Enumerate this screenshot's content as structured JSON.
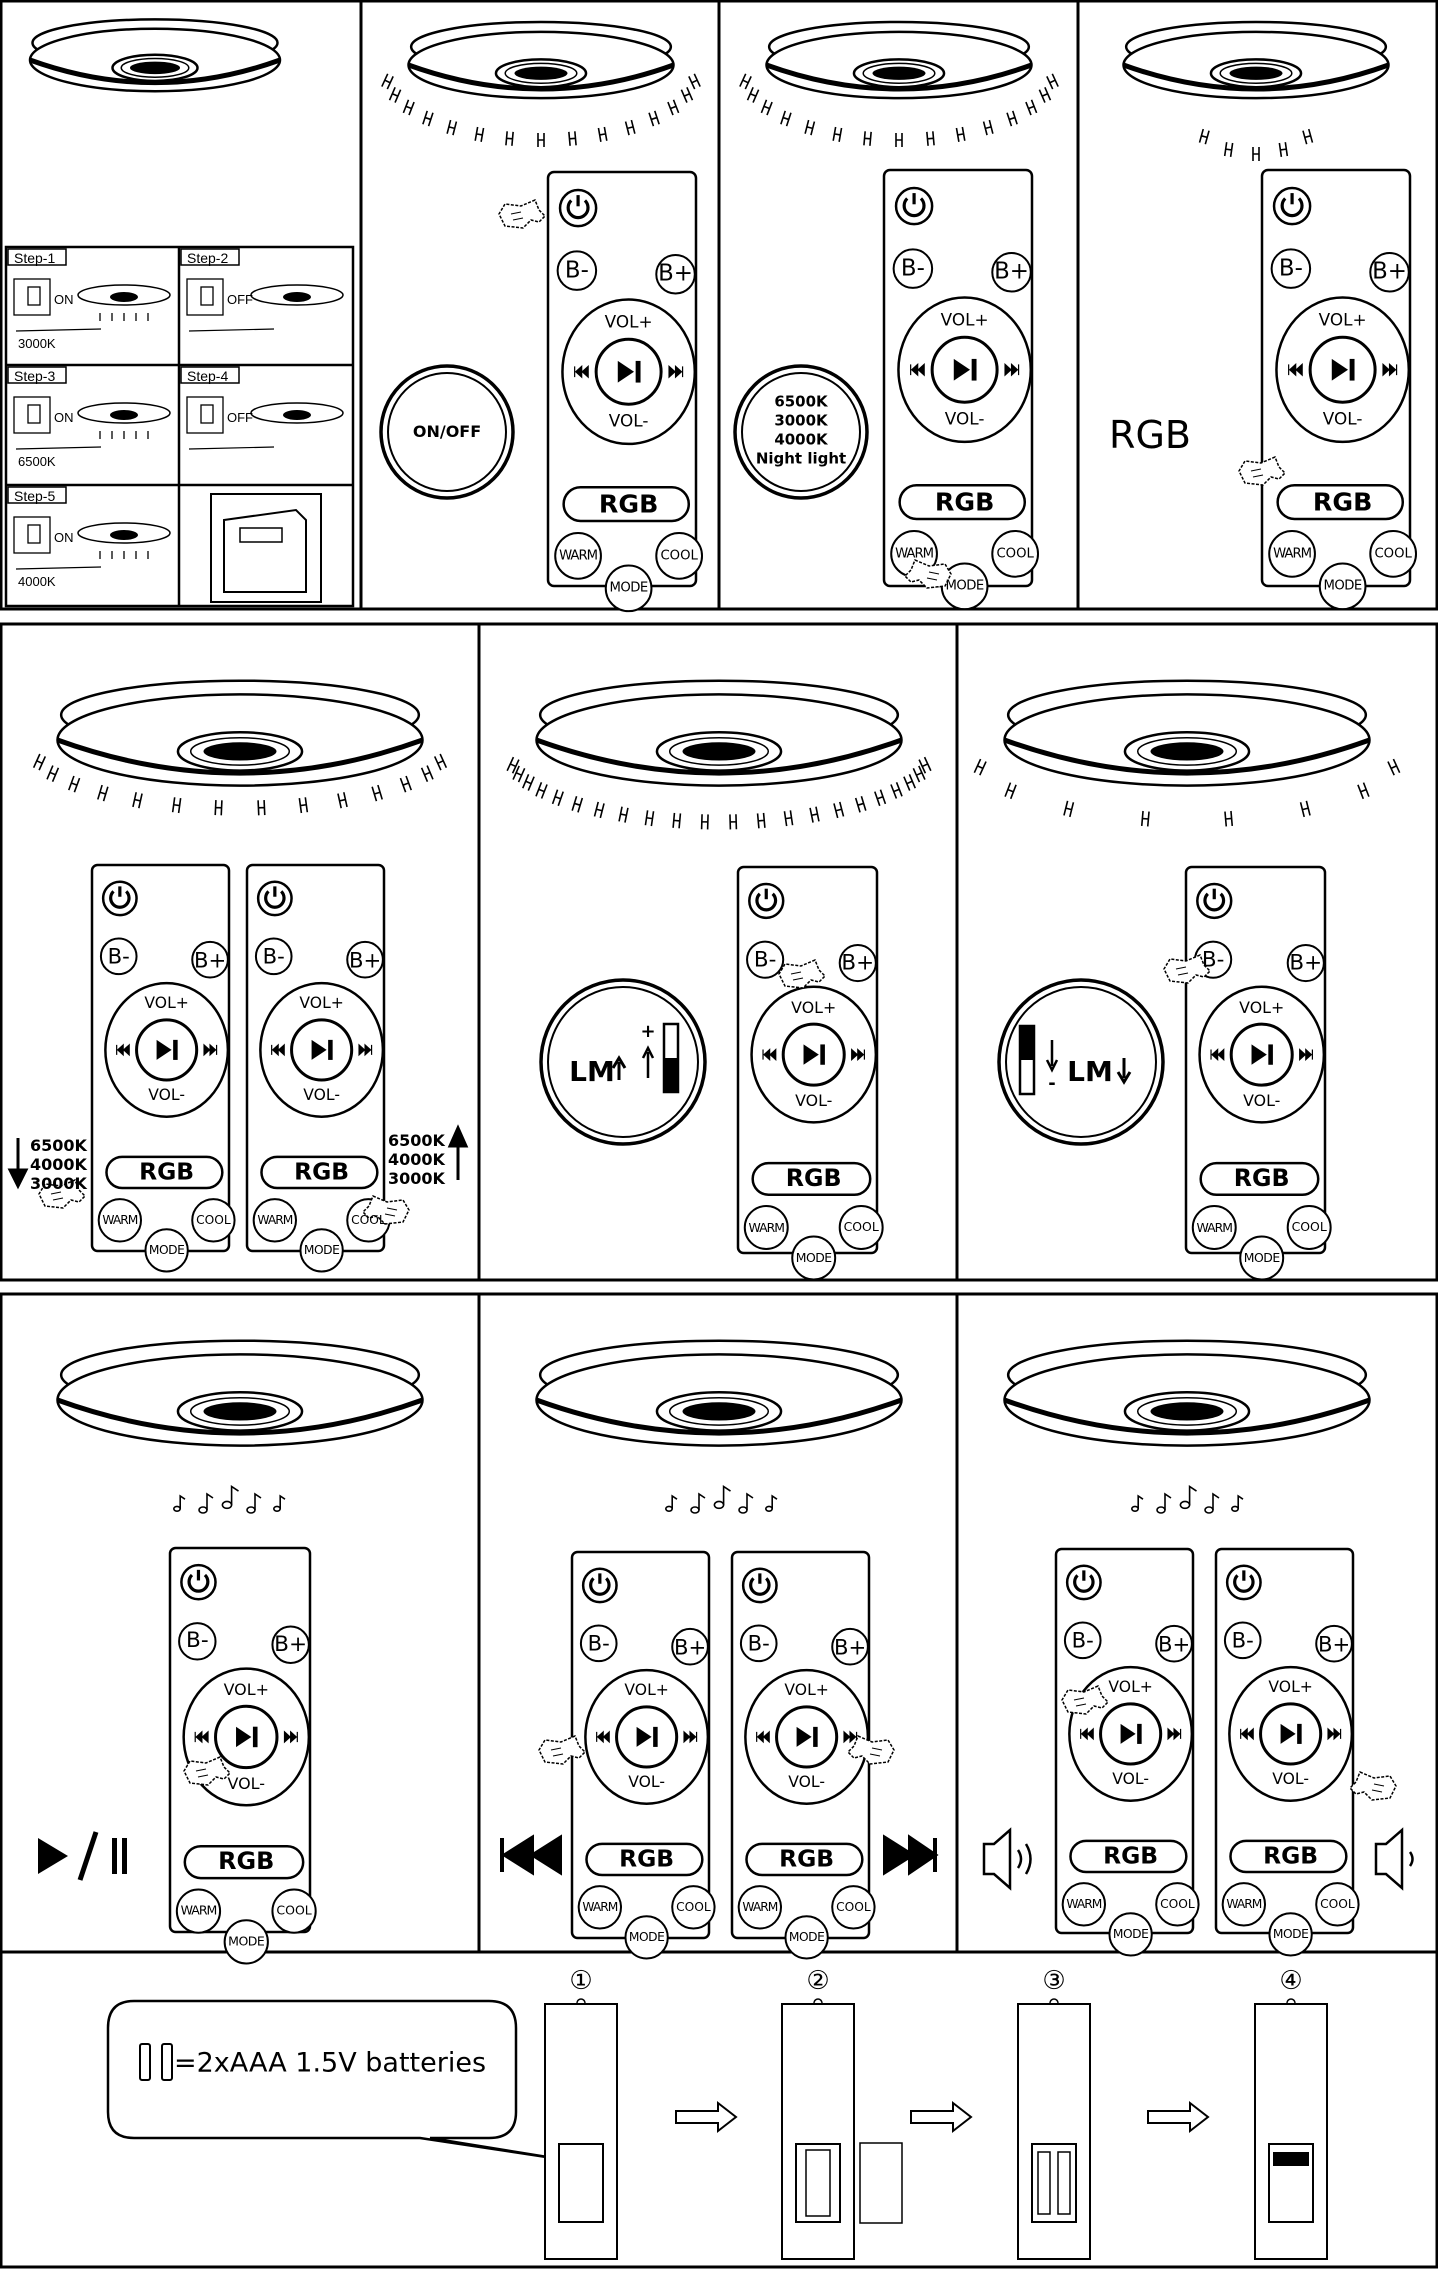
{
  "remote": {
    "b_minus": "B-",
    "b_plus": "B+",
    "vol_plus": "VOL+",
    "vol_minus": "VOL-",
    "rgb": "RGB",
    "warm": "WARM",
    "cool": "COOL",
    "mode": "MODE"
  },
  "steps": [
    {
      "tag": "Step-1",
      "switch": "ON",
      "temp": "3000K"
    },
    {
      "tag": "Step-2",
      "switch": "OFF",
      "temp": ""
    },
    {
      "tag": "Step-3",
      "switch": "ON",
      "temp": "6500K"
    },
    {
      "tag": "Step-4",
      "switch": "OFF",
      "temp": ""
    },
    {
      "tag": "Step-5",
      "switch": "ON",
      "temp": "4000K"
    }
  ],
  "badges": {
    "on_off": "ON/OFF",
    "mode_list": [
      "6500K",
      "3000K",
      "4000K",
      "Night light"
    ],
    "rgb_big": "RGB",
    "lm": "LM",
    "plus": "+",
    "minus": "-"
  },
  "temp_labels": [
    "6500K",
    "4000K",
    "3000K"
  ],
  "batteries": {
    "text": "=2xAAA 1.5V batteries",
    "step_numbers": [
      "①",
      "②",
      "③",
      "④"
    ]
  }
}
